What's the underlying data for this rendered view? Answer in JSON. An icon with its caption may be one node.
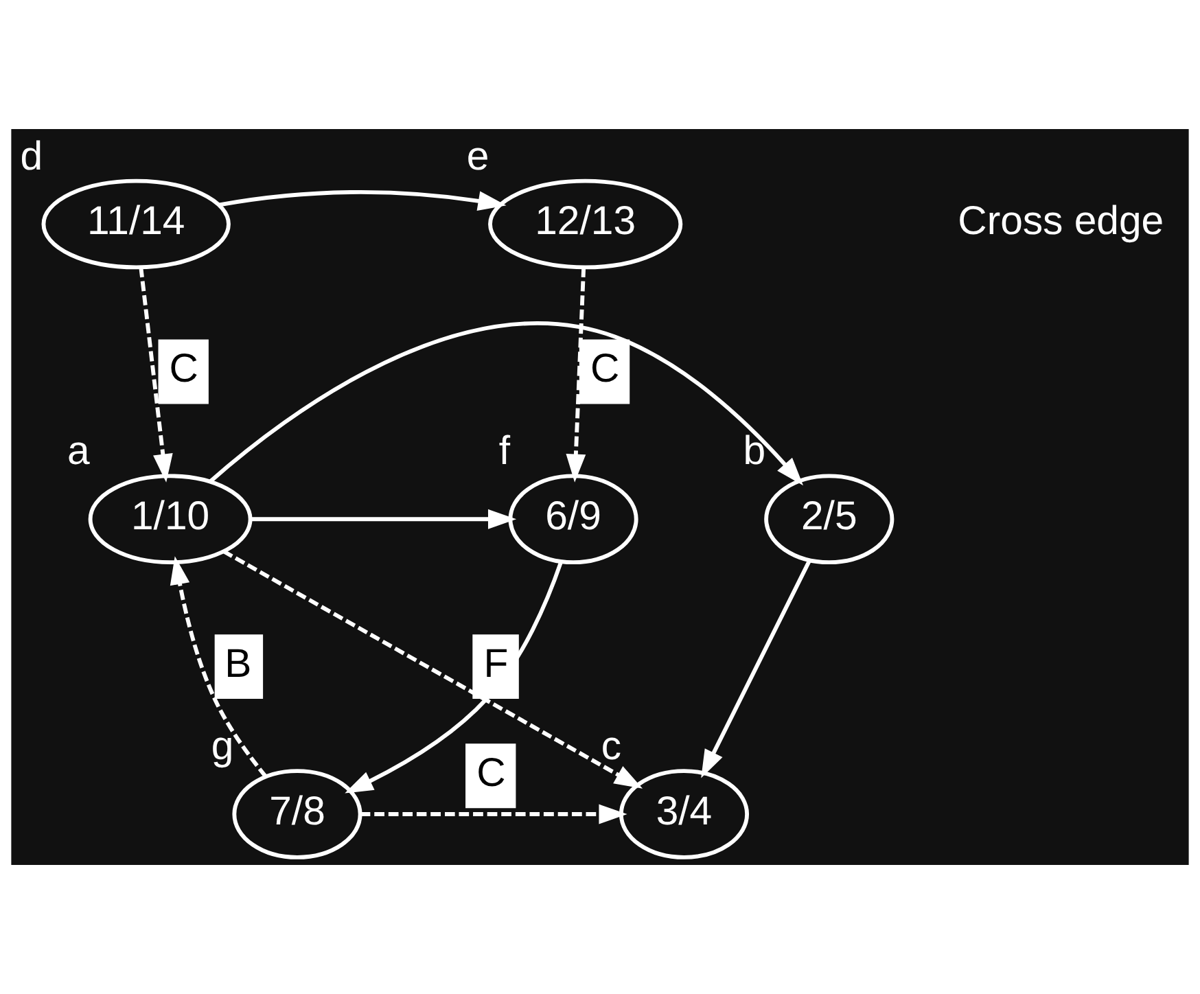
{
  "diagram": {
    "nodes": [
      {
        "text": [
          "11/14"
        ],
        "beside": [
          "d"
        ]
      },
      {
        "text": [
          "12/13"
        ],
        "beside": [
          "e"
        ]
      },
      {
        "text": [
          "2/5"
        ],
        "beside": [
          "b"
        ]
      },
      {
        "text": [
          "1/10"
        ],
        "beside": [
          "a"
        ]
      },
      {
        "text": [
          "6/9"
        ],
        "beside": [
          "f"
        ]
      },
      {
        "text": [
          "3/4"
        ],
        "beside": [
          "c"
        ]
      },
      {
        "text": [
          "7/8"
        ],
        "beside": [
          "g"
        ]
      }
    ],
    "edges": [
      {
        "from": 0,
        "to": 1,
        "arrow": "to"
      },
      {
        "from": 0,
        "to": 3,
        "arrow": "to",
        "style": "dashed",
        "label": "C"
      },
      {
        "from": 1,
        "to": 4,
        "arrow": "to",
        "style": "dashed",
        "label": "C"
      },
      {
        "from": 3,
        "to": 2,
        "arrow": "to"
      },
      {
        "from": 3,
        "to": 4,
        "arrow": "to"
      },
      {
        "from": 2,
        "to": 5,
        "arrow": "to"
      },
      {
        "from": 3,
        "to": 5,
        "arrow": "to",
        "style": "dashed",
        "label": "F"
      },
      {
        "from": 6,
        "to": 3,
        "arrow": "to",
        "style": "dashed",
        "label": "B"
      },
      {
        "from": 4,
        "to": 6,
        "arrow": "to"
      },
      {
        "from": 6,
        "to": 5,
        "arrow": "to",
        "style": "dashed",
        "label": "C"
      }
    ],
    "labels": [
      "Cross edge"
    ]
  }
}
